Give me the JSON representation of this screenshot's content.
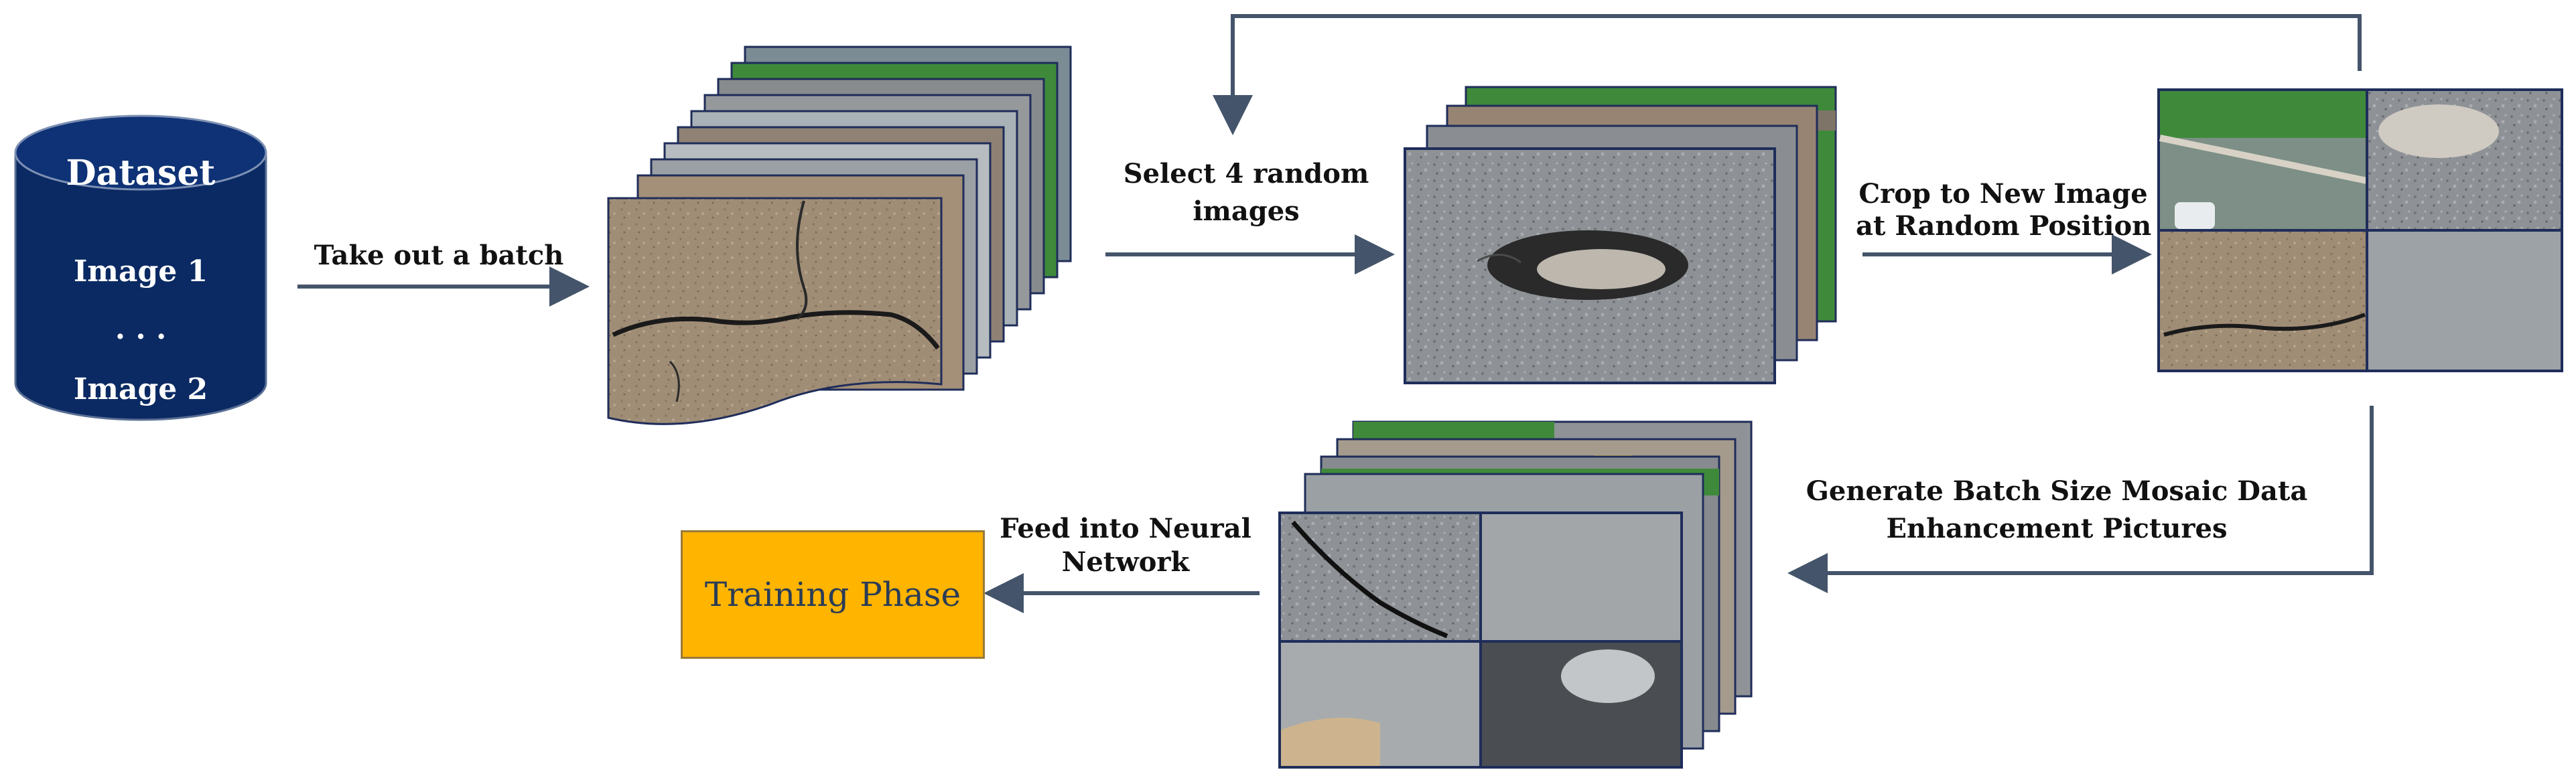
{
  "dataset": {
    "title": "Dataset",
    "item_first": "Image 1",
    "ellipsis": ". . .",
    "item_last": "Image 2",
    "color": "#0b2a63"
  },
  "steps": {
    "take_batch": "Take out a batch",
    "select_random_line1": "Select 4 random",
    "select_random_line2": "images",
    "crop_line1": "Crop to New Image",
    "crop_line2": "at Random Position",
    "generate_line1": "Generate Batch Size Mosaic Data",
    "generate_line2": "Enhancement Pictures",
    "feed_line1": "Feed into Neural",
    "feed_line2": "Network"
  },
  "training": {
    "label": "Training Phase",
    "color": "#ffb400"
  },
  "colors": {
    "arrow": "#44546a",
    "frame": "#1f2d5a",
    "asphalt": "#8c8f93",
    "concrete": "#9e8a72",
    "grass": "#3f8a3a"
  }
}
